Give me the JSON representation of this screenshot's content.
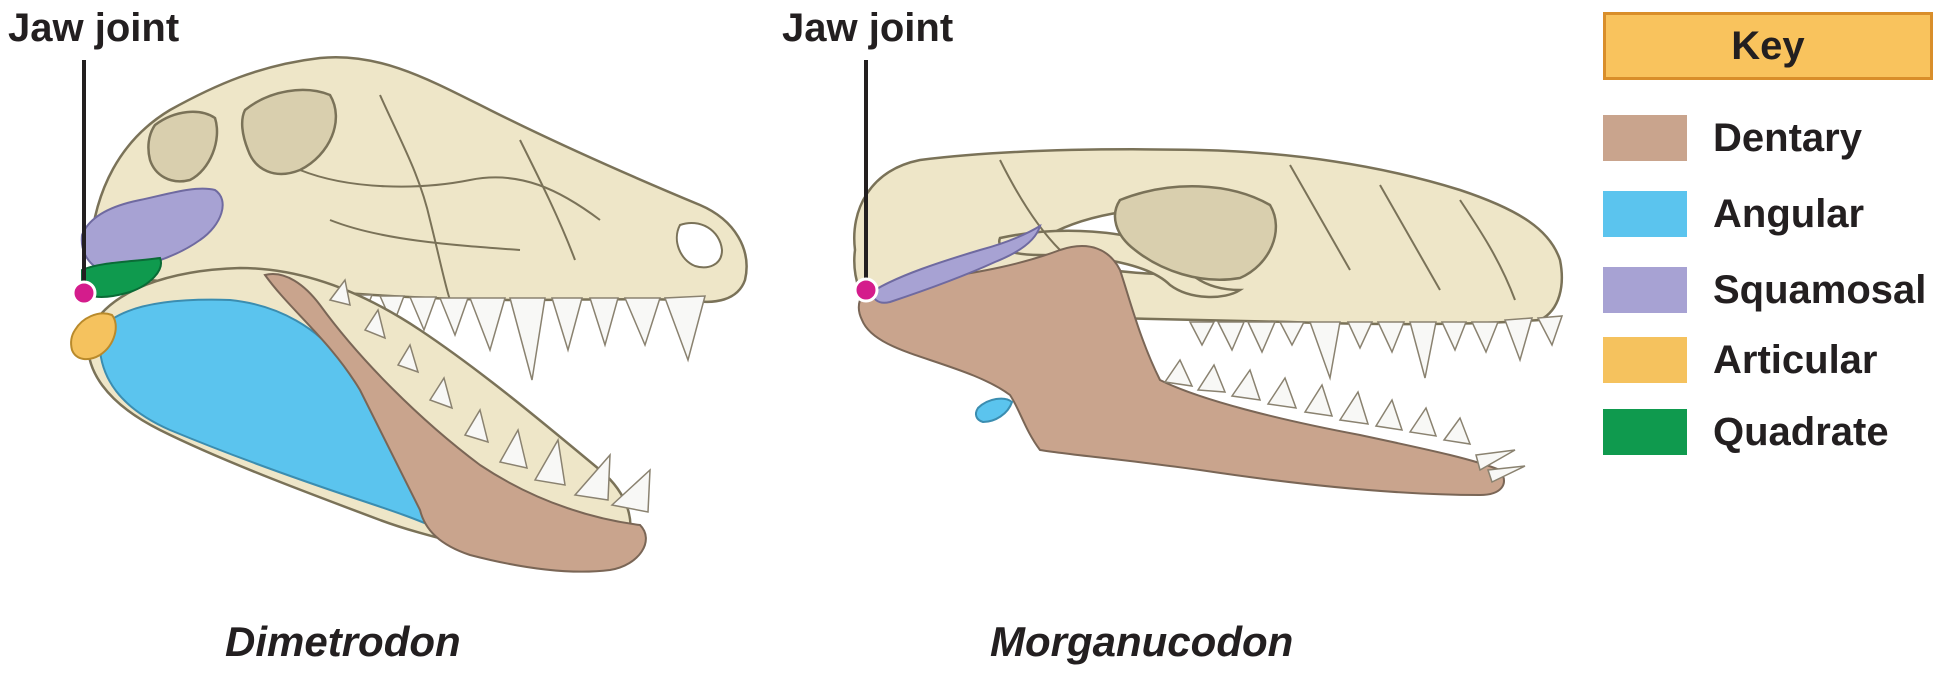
{
  "labels": {
    "jaw_joint_left": "Jaw joint",
    "jaw_joint_right": "Jaw joint",
    "species_left": "Dimetrodon",
    "species_right": "Morganucodon"
  },
  "key": {
    "title": "Key",
    "items": [
      {
        "label": "Dentary",
        "color": "#c9a48d"
      },
      {
        "label": "Angular",
        "color": "#5bc4ee"
      },
      {
        "label": "Squamosal",
        "color": "#a7a2d3"
      },
      {
        "label": "Articular",
        "color": "#f5c25e"
      },
      {
        "label": "Quadrate",
        "color": "#0f9a4e"
      }
    ]
  },
  "colors": {
    "bone": "#eee6c8",
    "bone_outline": "#7a7258",
    "tooth": "#f8f8f6",
    "joint_marker": "#d41c8c"
  }
}
